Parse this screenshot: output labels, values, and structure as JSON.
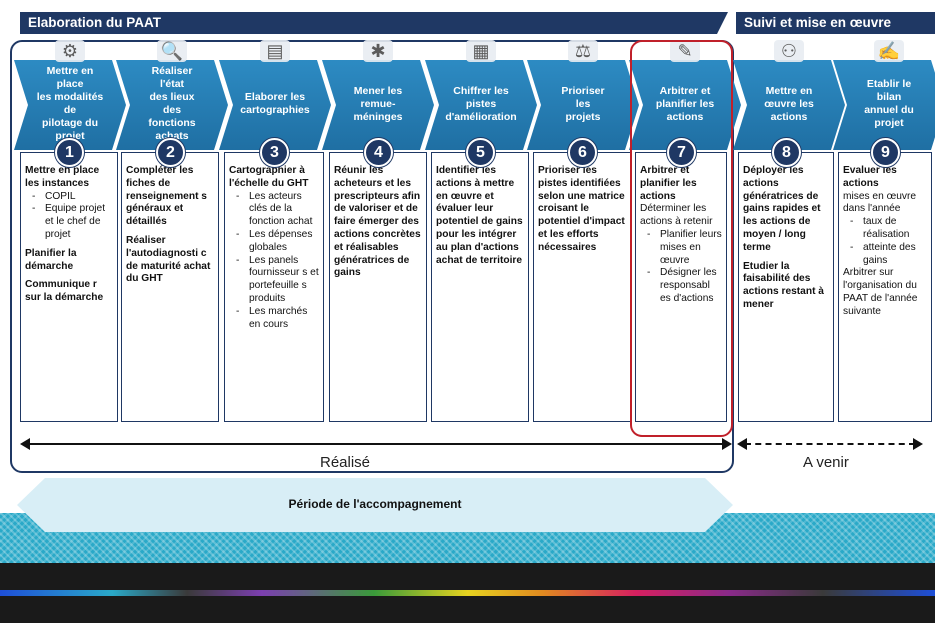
{
  "header": {
    "left_title": "Elaboration du PAAT",
    "right_title": "Suivi et mise en œuvre"
  },
  "steps": [
    {
      "number": "1",
      "chevron": "Mettre en place\nles modalités de\npilotage du\nprojet",
      "icon": "gear-icon",
      "blocks": [
        {
          "type": "b",
          "text": "Mettre en place les instances"
        },
        {
          "type": "ul",
          "items": [
            "COPIL",
            "Equipe projet et le chef de projet"
          ]
        },
        {
          "type": "gap"
        },
        {
          "type": "b",
          "text": "Planifier la démarche"
        },
        {
          "type": "gap"
        },
        {
          "type": "b",
          "text": "Communique r sur la démarche"
        }
      ]
    },
    {
      "number": "2",
      "chevron": "Réaliser\nl'état\ndes lieux\ndes\nfonctions\nachats",
      "icon": "magnifier-icon",
      "blocks": [
        {
          "type": "b",
          "text": "Compléter les fiches de renseignement s généraux et détaillés"
        },
        {
          "type": "gap"
        },
        {
          "type": "b",
          "text": "Réaliser l'autodiagnosti c de maturité achat du GHT"
        }
      ]
    },
    {
      "number": "3",
      "chevron": "Elaborer les\ncartographies",
      "icon": "chart-icon",
      "blocks": [
        {
          "type": "b",
          "text": "Cartographier à l'échelle du GHT"
        },
        {
          "type": "ul",
          "items": [
            "Les acteurs clés de la fonction achat",
            "Les dépenses globales",
            "Les panels fournisseur s et portefeuille s produits",
            "Les marchés en cours"
          ]
        }
      ]
    },
    {
      "number": "4",
      "chevron": "Mener les\nremue-\nméninges",
      "icon": "brainstorm-icon",
      "blocks": [
        {
          "type": "b",
          "text": "Réunir les acheteurs et les prescripteurs afin de valoriser et de faire émerger des actions concrètes et réalisables génératrices de gains"
        }
      ]
    },
    {
      "number": "5",
      "chevron": "Chiffrer les pistes\nd'amélioration",
      "icon": "calculator-icon",
      "blocks": [
        {
          "type": "b",
          "text": "Identifier les actions à mettre en œuvre et évaluer leur potentiel de gains pour les intégrer au plan d'actions achat de territoire"
        }
      ]
    },
    {
      "number": "6",
      "chevron": "Prioriser\nles\nprojets",
      "icon": "scale-icon",
      "blocks": [
        {
          "type": "b",
          "text": "Prioriser les pistes identifiées selon une matrice croisant le potentiel d'impact et les efforts nécessaires"
        }
      ]
    },
    {
      "number": "7",
      "chevron": "Arbitrer et\nplanifier les\nactions",
      "icon": "clipboard-icon",
      "blocks": [
        {
          "type": "b",
          "text": "Arbitrer et planifier les actions"
        },
        {
          "type": "p",
          "text": "Déterminer les actions à retenir"
        },
        {
          "type": "ul",
          "items": [
            "Planifier leurs mises en œuvre",
            "Désigner les responsabl es d'actions"
          ]
        }
      ]
    },
    {
      "number": "8",
      "chevron": "Mettre en\nœuvre les\nactions",
      "icon": "network-icon",
      "blocks": [
        {
          "type": "b",
          "text": "Déployer les actions génératrices de gains rapides et les actions de moyen / long terme"
        },
        {
          "type": "gap"
        },
        {
          "type": "b",
          "text": "Etudier la faisabilité des actions restant à mener"
        }
      ]
    },
    {
      "number": "9",
      "chevron": "Etablir le\nbilan\nannuel du\nprojet",
      "icon": "notepad-icon",
      "blocks": [
        {
          "type": "b",
          "text": "Evaluer les actions"
        },
        {
          "type": "p",
          "text": "mises en œuvre dans l'année"
        },
        {
          "type": "ul",
          "items": [
            "taux de réalisation",
            "atteinte des gains"
          ]
        },
        {
          "type": "p",
          "text": "Arbitrer sur l'organisation du PAAT de l'année suivante"
        }
      ]
    }
  ],
  "timeline": {
    "realise_label": "Réalisé",
    "avenir_label": "A venir"
  },
  "period_label": "Période de l'accompagnement",
  "colors": {
    "navy": "#1f3864",
    "chevron_blue": "#2d8bc3",
    "highlight_red": "#c0202a"
  }
}
